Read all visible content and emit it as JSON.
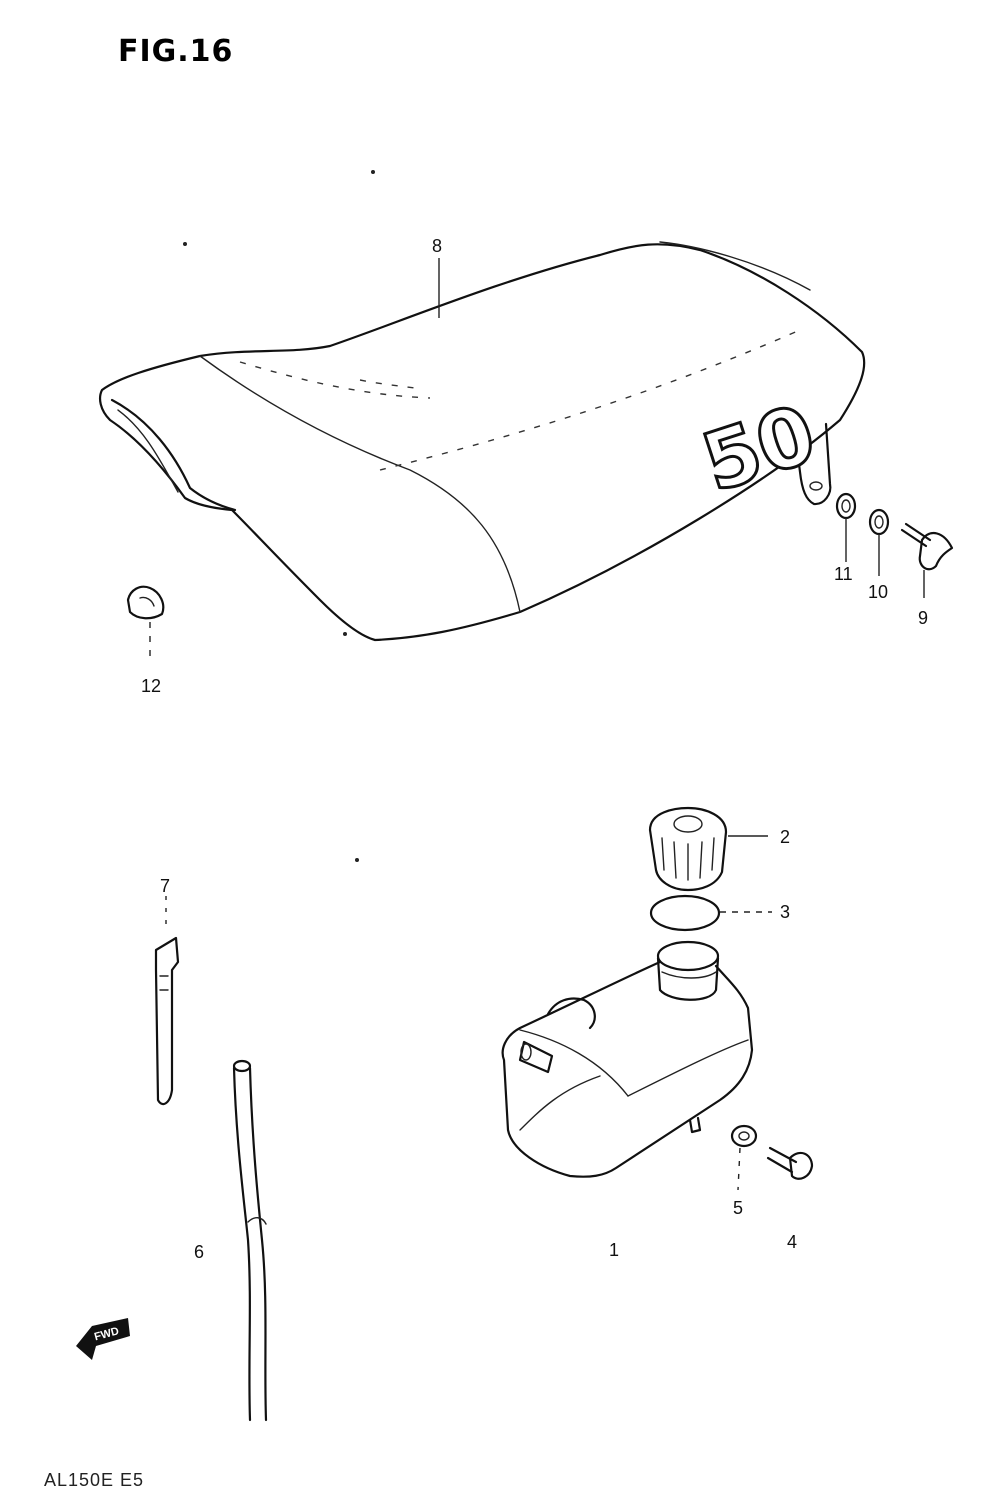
{
  "figure": {
    "title": "FIG.16",
    "model_code": "AL150E  E5",
    "seat_emblem": "50",
    "direction_label": "FWD"
  },
  "callouts": [
    {
      "id": "1",
      "label": "1"
    },
    {
      "id": "2",
      "label": "2"
    },
    {
      "id": "3",
      "label": "3"
    },
    {
      "id": "4",
      "label": "4"
    },
    {
      "id": "5",
      "label": "5"
    },
    {
      "id": "6",
      "label": "6"
    },
    {
      "id": "7",
      "label": "7"
    },
    {
      "id": "8",
      "label": "8"
    },
    {
      "id": "9",
      "label": "9"
    },
    {
      "id": "10",
      "label": "10"
    },
    {
      "id": "11",
      "label": "11"
    },
    {
      "id": "12",
      "label": "12"
    }
  ]
}
